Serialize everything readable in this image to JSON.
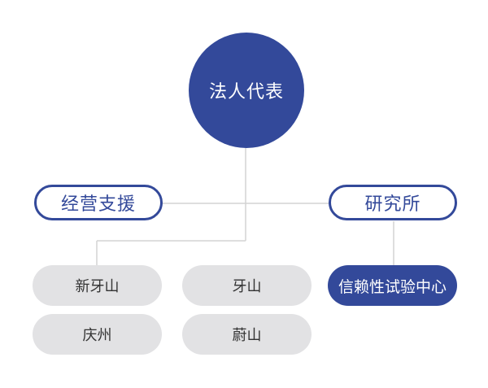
{
  "root": {
    "label": "法人代表"
  },
  "left_branch": {
    "label": "经营支援"
  },
  "right_branch": {
    "label": "研究所"
  },
  "units": [
    {
      "label": "新牙山"
    },
    {
      "label": "牙山"
    },
    {
      "label": "庆州"
    },
    {
      "label": "蔚山"
    }
  ],
  "research_unit": {
    "label": "信赖性试验中心"
  },
  "colors": {
    "primary": "#33499a",
    "pill": "#e2e2e4",
    "line": "#d3d3d3"
  }
}
